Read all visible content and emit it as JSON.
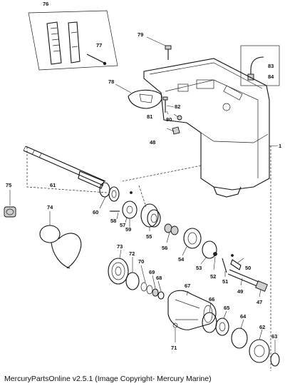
{
  "caption": "MercuryPartsOnline v2.5.1 (Image Copyright- Mercury Marine)",
  "callouts": {
    "c1": "1",
    "c47": "47",
    "c48": "48",
    "c49": "49",
    "c50": "50",
    "c51": "51",
    "c52": "52",
    "c53": "53",
    "c54": "54",
    "c55": "55",
    "c56": "56",
    "c57": "57",
    "c58": "58",
    "c59": "59",
    "c60": "60",
    "c61": "61",
    "c62": "62",
    "c63": "63",
    "c64": "64",
    "c65": "65",
    "c66": "66",
    "c67": "67",
    "c68": "68",
    "c69": "69",
    "c70": "70",
    "c71": "71",
    "c72": "72",
    "c73": "73",
    "c74": "74",
    "c75": "75",
    "c76": "76",
    "c77": "77",
    "c78": "78",
    "c79": "79",
    "c80": "80",
    "c81": "81",
    "c82": "82",
    "c83": "83",
    "c84": "84"
  }
}
